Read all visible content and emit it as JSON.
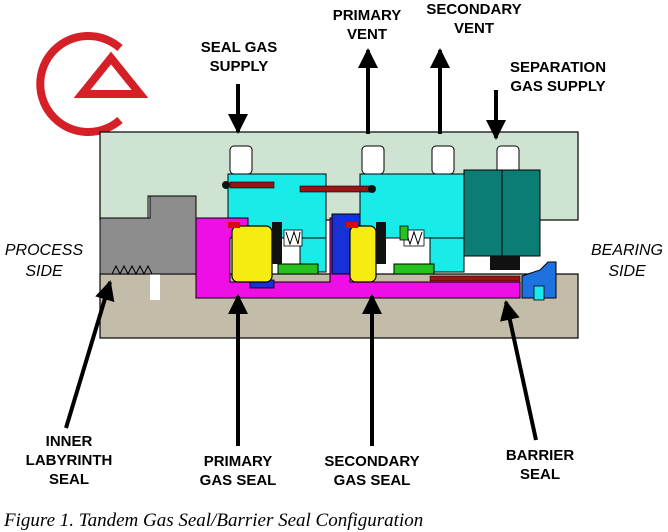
{
  "logo": {
    "color": "#d42026"
  },
  "labels": {
    "seal_gas_supply": [
      "SEAL GAS",
      "SUPPLY"
    ],
    "primary_vent": [
      "PRIMARY",
      "VENT"
    ],
    "secondary_vent": [
      "SECONDARY",
      "VENT"
    ],
    "separation_gas_supply": [
      "SEPARATION",
      "GAS SUPPLY"
    ],
    "process_side": [
      "PROCESS",
      "SIDE"
    ],
    "bearing_side": [
      "BEARING",
      "SIDE"
    ],
    "inner_labyrinth_seal": [
      "INNER",
      "LABYRINTH",
      "SEAL"
    ],
    "primary_gas_seal": [
      "PRIMARY",
      "GAS SEAL"
    ],
    "secondary_gas_seal": [
      "SECONDARY",
      "GAS SEAL"
    ],
    "barrier_seal": [
      "BARRIER",
      "SEAL"
    ]
  },
  "caption": "Figure 1. Tandem Gas Seal/Barrier Seal Configuration",
  "colors": {
    "housing": "#cfe3d2",
    "shaft": "#c2bca8",
    "cyan": "#19ebe9",
    "magenta": "#ee0fe6",
    "yellow": "#f6ec12",
    "green": "#27c21d",
    "blue": "#1830d8",
    "teal": "#0c7d74",
    "labyrinth": "#8c8c8c",
    "red_bolt": "#9a1414"
  }
}
